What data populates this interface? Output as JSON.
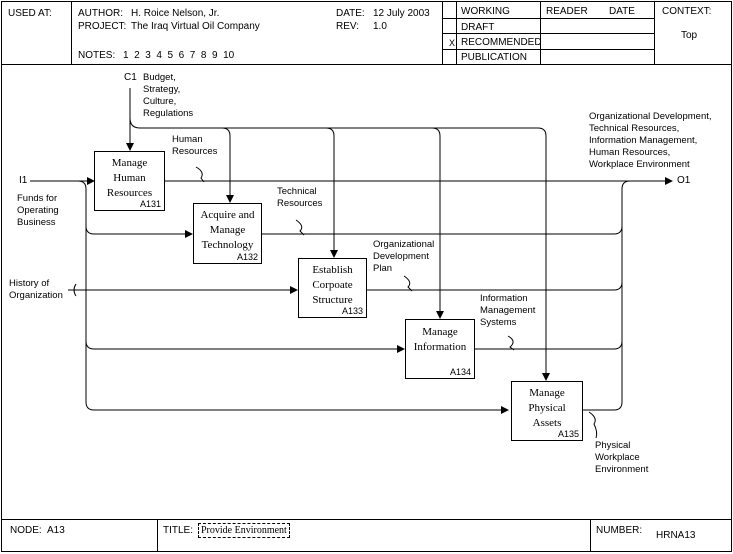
{
  "header": {
    "used_at": "USED AT:",
    "author_label": "AUTHOR:",
    "author": "H. Roice Nelson, Jr.",
    "project_label": "PROJECT:",
    "project": "The Iraq Virtual Oil Company",
    "notes_label": "NOTES:",
    "notes": "1  2  3  4  5  6  7  8  9  10",
    "date_label": "DATE:",
    "date": "12 July 2003",
    "rev_label": "REV:",
    "rev": "1.0",
    "status": [
      "WORKING",
      "DRAFT",
      "RECOMMENDED",
      "PUBLICATION"
    ],
    "status_mark": "X",
    "reader_label": "READER",
    "date_col_label": "DATE",
    "context_label": "CONTEXT:",
    "context_value": "Top"
  },
  "footer": {
    "node_label": "NODE:",
    "node": "A13",
    "title_label": "TITLE:",
    "title": "Provide Environment",
    "number_label": "NUMBER:",
    "number": "HRNA13"
  },
  "activities": [
    {
      "name": "Manage Human Resources",
      "num": "A131"
    },
    {
      "name": "Acquire and Manage Technology",
      "num": "A132"
    },
    {
      "name": "Establish Corpoate Structure",
      "num": "A133"
    },
    {
      "name": "Manage Information",
      "num": "A134"
    },
    {
      "name": "Manage Physical Assets",
      "num": "A135"
    }
  ],
  "arrows": {
    "c1_code": "C1",
    "c1_text": [
      "Budget,",
      "Strategy,",
      "Culture,",
      "Regulations"
    ],
    "i1_code": "I1",
    "i1_text": [
      "Funds for",
      "Operating",
      "Business"
    ],
    "o1_code": "O1",
    "o1_text": [
      "Organizational Development,",
      "Technical Resources,",
      "Information Management,",
      "Human Resources,",
      "Workplace Environment"
    ],
    "history_text": [
      "History of",
      "Organization"
    ],
    "human_res": [
      "Human",
      "Resources"
    ],
    "tech_res": [
      "Technical",
      "Resources"
    ],
    "org_dev": [
      "Organizational",
      "Development",
      "Plan"
    ],
    "info_mgmt": [
      "Information",
      "Management",
      "Systems"
    ],
    "phys_env": [
      "Physical",
      "Workplace",
      "Environment"
    ]
  }
}
